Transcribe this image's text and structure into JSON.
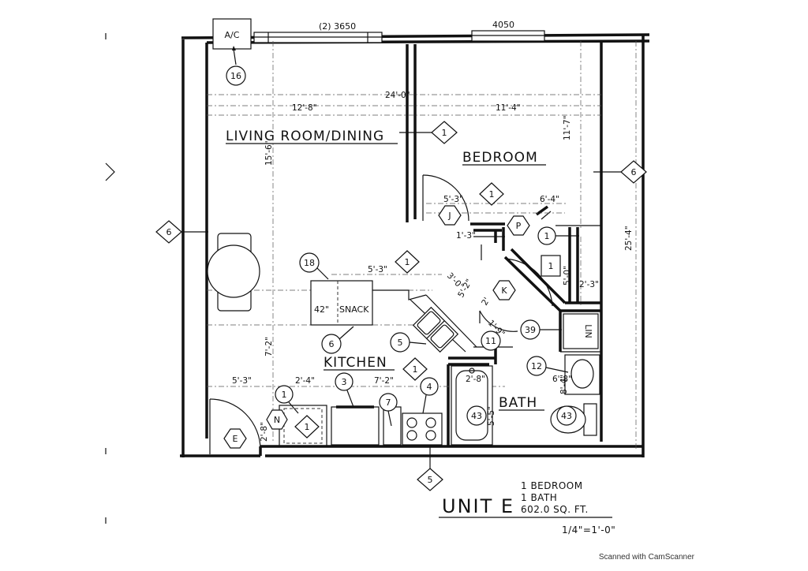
{
  "rooms": {
    "living": "LIVING ROOM/DINING",
    "bedroom": "BEDROOM",
    "kitchen": "KITCHEN",
    "bath": "BATH",
    "snack": "SNACK",
    "snack_size": "42\"",
    "ac": "A/C",
    "lin": "LIN"
  },
  "windows": {
    "left": "(2) 3650",
    "right": "4050"
  },
  "dimensions": {
    "overall_width": "24'-0\"",
    "living_width": "12'-8\"",
    "bedroom_width": "11'-4\"",
    "living_depth": "15'-6\"",
    "bedroom_depth": "11'-7\"",
    "overall_depth": "25'-4\"",
    "closet_a": "5'-3\"",
    "closet_b": "6'-4\"",
    "closet_c": "1'-3\"",
    "counter_top": "5'-3\"",
    "diag_a": "3'-0\"",
    "diag_b": "5'-2\"",
    "lin_depth": "5'-0\"",
    "lin_width": "2'-3\"",
    "diag_c": "2'",
    "diag_d": "1'-9\"",
    "kitchen_depth": "7'-2\"",
    "entry_width": "5'-3\"",
    "kitchen_a": "2'-4\"",
    "kitchen_b": "7'-2\"",
    "bath_a": "2'-8\"",
    "bath_b": "5'-5\"",
    "bath_c": "6'-8\"",
    "bath_d": "8'-4\"",
    "entry_door": "2'-8\""
  },
  "tags": {
    "t16": "16",
    "t6": "6",
    "t1": "1",
    "tJ": "J",
    "tP": "P",
    "tK": "K",
    "t18": "18",
    "t5": "5",
    "t11": "11",
    "t39": "39",
    "t12": "12",
    "t3": "3",
    "t7": "7",
    "t4": "4",
    "t43": "43",
    "tN": "N",
    "tE": "E"
  },
  "title": {
    "unit": "UNIT E",
    "bedrooms": "1 BEDROOM",
    "baths": "1 BATH",
    "area": "602.0 SQ. FT.",
    "scale": "1/4\"=1'-0\""
  },
  "footer": "Scanned with CamScanner"
}
